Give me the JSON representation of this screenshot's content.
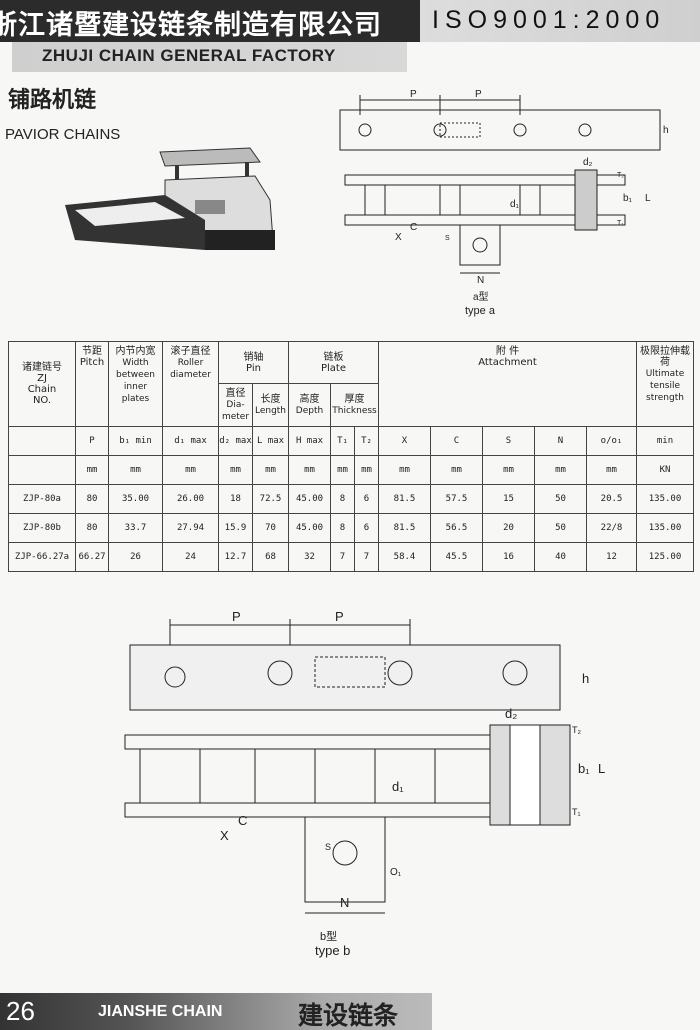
{
  "header": {
    "company_cn": "浙江诸暨建设链条制造有限公司",
    "company_en": "ZHUJI CHAIN GENERAL FACTORY",
    "certification": "ISO9001:2000"
  },
  "product": {
    "title_cn": "铺路机链",
    "title_en": "PAVIOR CHAINS"
  },
  "diagram_a": {
    "labels": {
      "p1": "P",
      "p2": "P",
      "h": "h",
      "d1": "d₁",
      "d2": "d₂",
      "b1": "b₁",
      "L": "L",
      "T1": "T₁",
      "T2": "T₂",
      "X": "X",
      "C": "C",
      "N": "N",
      "S": "S"
    },
    "caption_cn": "a型",
    "caption_en": "type a"
  },
  "diagram_b": {
    "labels": {
      "p1": "P",
      "p2": "P",
      "h": "h",
      "d1": "d₁",
      "d2": "d₂",
      "b1": "b₁",
      "L": "L",
      "T1": "T₁",
      "T2": "T₂",
      "X": "X",
      "C": "C",
      "N": "N",
      "S": "S",
      "O1": "O₁"
    },
    "caption_cn": "b型",
    "caption_en": "type b"
  },
  "table": {
    "h_chain_cn": "诸建链号",
    "h_chain_zj": "ZJ",
    "h_chain_en": "Chain",
    "h_chain_no": "NO.",
    "h_pitch_cn": "节距",
    "h_pitch_en": "Pitch",
    "h_width_cn": "内节内宽",
    "h_width_en": "Width between inner plates",
    "h_roller_cn": "滚子直径",
    "h_roller_en": "Roller diameter",
    "h_pin_cn": "销轴",
    "h_pin_en": "Pin",
    "h_plate_cn": "链板",
    "h_plate_en": "Plate",
    "h_att_cn": "附 件",
    "h_att_en": "Attachment",
    "h_uts_cn": "极限拉伸载荷",
    "h_uts_en": "Ultimate tensile strength",
    "h_dia_cn": "直径",
    "h_dia_en": "Dia-meter",
    "h_len_cn": "长度",
    "h_len_en": "Length",
    "h_dep_cn": "高度",
    "h_dep_en": "Depth",
    "h_thk_cn": "厚度",
    "h_thk_en": "Thickness",
    "symbols": [
      "P",
      "b₁ min",
      "d₁ max",
      "d₂ max",
      "L max",
      "H max",
      "T₁",
      "T₂",
      "X",
      "C",
      "S",
      "N",
      "o/o₁",
      "min"
    ],
    "units": [
      "mm",
      "mm",
      "mm",
      "mm",
      "mm",
      "mm",
      "mm",
      "mm",
      "mm",
      "mm",
      "mm",
      "mm",
      "mm",
      "KN"
    ],
    "rows": [
      [
        "ZJP-80a",
        "80",
        "35.00",
        "26.00",
        "18",
        "72.5",
        "45.00",
        "8",
        "6",
        "81.5",
        "57.5",
        "15",
        "50",
        "20.5",
        "135.00"
      ],
      [
        "ZJP-80b",
        "80",
        "33.7",
        "27.94",
        "15.9",
        "70",
        "45.00",
        "8",
        "6",
        "81.5",
        "56.5",
        "20",
        "50",
        "22/8",
        "135.00"
      ],
      [
        "ZJP-66.27a",
        "66.27",
        "26",
        "24",
        "12.7",
        "68",
        "32",
        "7",
        "7",
        "58.4",
        "45.5",
        "16",
        "40",
        "12",
        "125.00"
      ]
    ]
  },
  "footer": {
    "page": "26",
    "brand_en": "JIANSHE CHAIN",
    "brand_cn": "建设链条"
  }
}
